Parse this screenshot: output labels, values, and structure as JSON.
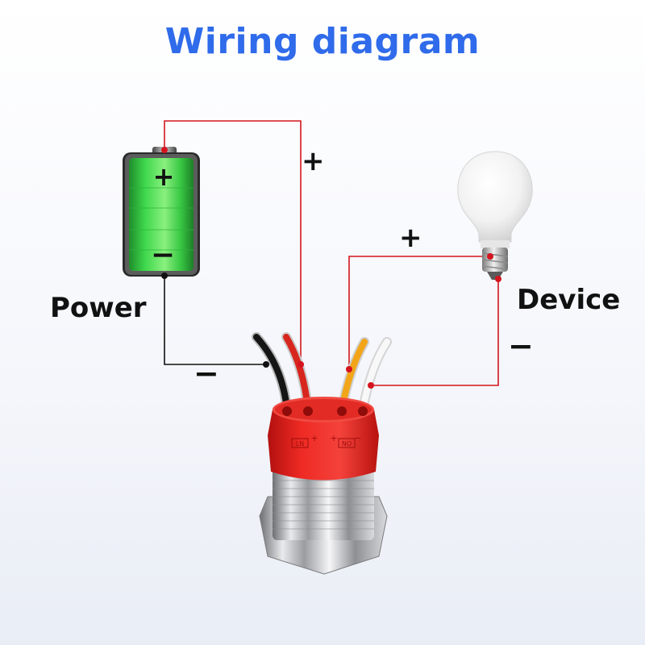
{
  "title": "Wiring diagram",
  "labels": {
    "power": "Power",
    "device": "Device"
  },
  "signs": {
    "battery_positive": "+",
    "battery_negative": "−",
    "device_positive": "+",
    "device_negative": "−",
    "battery_plus_mark": "+",
    "battery_minus_mark": "−"
  },
  "switch_terminals": {
    "left": "LN",
    "right": "NO"
  },
  "colors": {
    "title": "#2f6bea",
    "wire_red": "#d4141e",
    "wire_black": "#111111",
    "battery_green": "#39d046",
    "switch_cap": "#e8211f"
  }
}
